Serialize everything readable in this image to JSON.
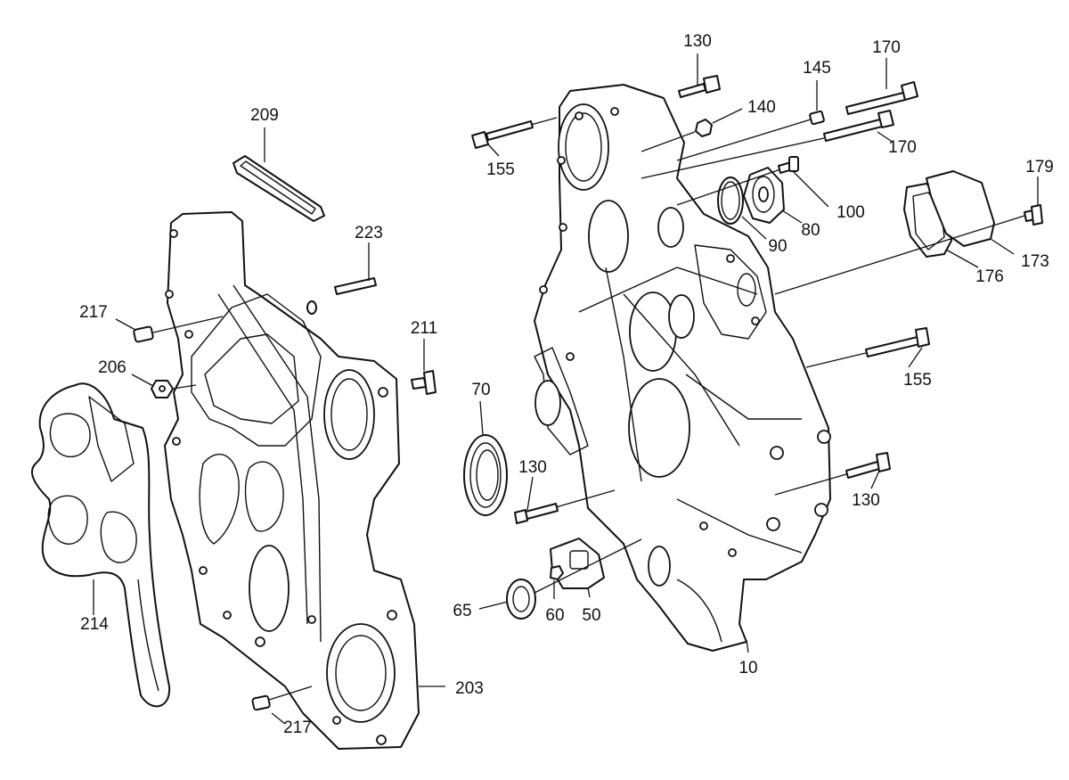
{
  "labels": {
    "p10": "10",
    "p50": "50",
    "p60": "60",
    "p65": "65",
    "p70": "70",
    "p80": "80",
    "p90": "90",
    "p100": "100",
    "p130a": "130",
    "p130b": "130",
    "p130c": "130",
    "p140": "140",
    "p145": "145",
    "p155a": "155",
    "p155b": "155",
    "p170a": "170",
    "p170b": "170",
    "p173": "173",
    "p176": "176",
    "p179": "179",
    "p203": "203",
    "p206": "206",
    "p209": "209",
    "p211": "211",
    "p214": "214",
    "p217a": "217",
    "p217b": "217",
    "p223": "223"
  }
}
